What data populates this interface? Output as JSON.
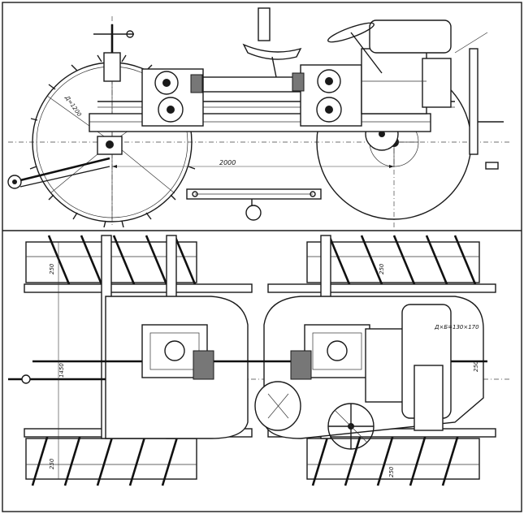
{
  "drawing": {
    "views": [
      "side-elevation",
      "plan-view"
    ],
    "dimensions": {
      "wheelbase": "2000",
      "rear_wheel_diameter": "Д=1200",
      "track_width": "1450",
      "front_wheel_label": "Д×Б=130×170",
      "lug_spacing": "250",
      "bottom_offset": "250",
      "rear_axle_upper": "250",
      "rear_axle_lower": "250",
      "front_side": "250"
    }
  }
}
